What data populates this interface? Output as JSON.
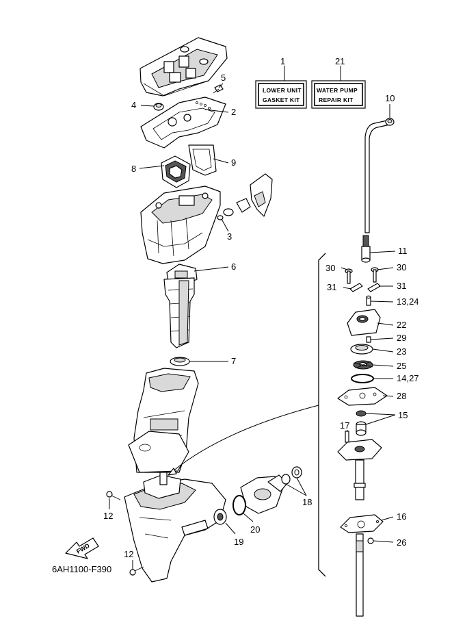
{
  "figure_code": "6AH1100-F390",
  "fwd_label": "FWD",
  "kits": [
    {
      "number": "1",
      "line1": "LOWER UNIT",
      "line2": "GASKET KIT"
    },
    {
      "number": "21",
      "line1": "WATER PUMP",
      "line2": "REPAIR KIT"
    }
  ],
  "callouts": [
    "1",
    "21",
    "10",
    "5",
    "4",
    "2",
    "8",
    "9",
    "3",
    "6",
    "7",
    "11",
    "30",
    "30",
    "31",
    "31",
    "13,24",
    "22",
    "29",
    "23",
    "25",
    "14,27",
    "28",
    "15",
    "17",
    "18",
    "12",
    "20",
    "19",
    "16",
    "26",
    "12"
  ]
}
